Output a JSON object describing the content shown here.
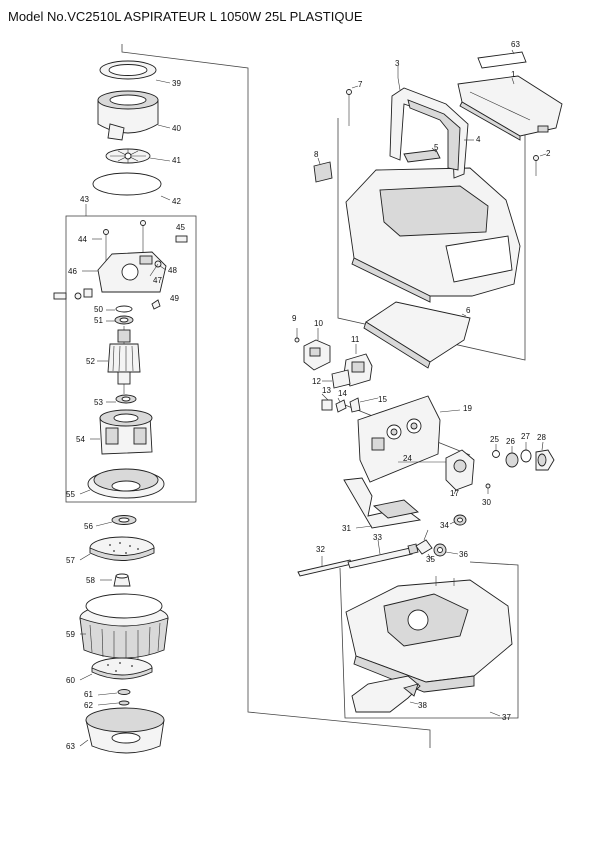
{
  "title": "Model No.VC2510L ASPIRATEUR L 1050W 25L PLASTIQUE",
  "parts": [
    {
      "id": "1",
      "label": "1"
    },
    {
      "id": "2",
      "label": "2"
    },
    {
      "id": "3",
      "label": "3"
    },
    {
      "id": "4",
      "label": "4"
    },
    {
      "id": "5",
      "label": "5"
    },
    {
      "id": "6",
      "label": "6"
    },
    {
      "id": "7",
      "label": "7"
    },
    {
      "id": "8",
      "label": "8"
    },
    {
      "id": "9",
      "label": "9"
    },
    {
      "id": "10",
      "label": "10"
    },
    {
      "id": "11",
      "label": "11"
    },
    {
      "id": "12",
      "label": "12"
    },
    {
      "id": "13",
      "label": "13"
    },
    {
      "id": "14",
      "label": "14"
    },
    {
      "id": "15",
      "label": "15"
    },
    {
      "id": "17",
      "label": "17"
    },
    {
      "id": "19",
      "label": "19"
    },
    {
      "id": "24",
      "label": "24"
    },
    {
      "id": "25",
      "label": "25"
    },
    {
      "id": "26",
      "label": "26"
    },
    {
      "id": "27",
      "label": "27"
    },
    {
      "id": "28",
      "label": "28"
    },
    {
      "id": "30",
      "label": "30"
    },
    {
      "id": "31",
      "label": "31"
    },
    {
      "id": "32",
      "label": "32"
    },
    {
      "id": "33",
      "label": "33"
    },
    {
      "id": "34",
      "label": "34"
    },
    {
      "id": "35",
      "label": "35"
    },
    {
      "id": "36",
      "label": "36"
    },
    {
      "id": "37",
      "label": "37"
    },
    {
      "id": "38",
      "label": "38"
    },
    {
      "id": "39",
      "label": "39"
    },
    {
      "id": "40",
      "label": "40"
    },
    {
      "id": "41",
      "label": "41"
    },
    {
      "id": "42",
      "label": "42"
    },
    {
      "id": "43",
      "label": "43"
    },
    {
      "id": "44",
      "label": "44"
    },
    {
      "id": "45",
      "label": "45"
    },
    {
      "id": "46",
      "label": "46"
    },
    {
      "id": "47",
      "label": "47"
    },
    {
      "id": "48",
      "label": "48"
    },
    {
      "id": "49",
      "label": "49"
    },
    {
      "id": "50",
      "label": "50"
    },
    {
      "id": "51",
      "label": "51"
    },
    {
      "id": "52",
      "label": "52"
    },
    {
      "id": "53",
      "label": "53"
    },
    {
      "id": "54",
      "label": "54"
    },
    {
      "id": "55",
      "label": "55"
    },
    {
      "id": "56",
      "label": "56"
    },
    {
      "id": "57",
      "label": "57"
    },
    {
      "id": "58",
      "label": "58"
    },
    {
      "id": "59",
      "label": "59"
    },
    {
      "id": "60",
      "label": "60"
    },
    {
      "id": "61",
      "label": "61"
    },
    {
      "id": "62",
      "label": "62"
    },
    {
      "id": "63",
      "label": "63"
    }
  ]
}
